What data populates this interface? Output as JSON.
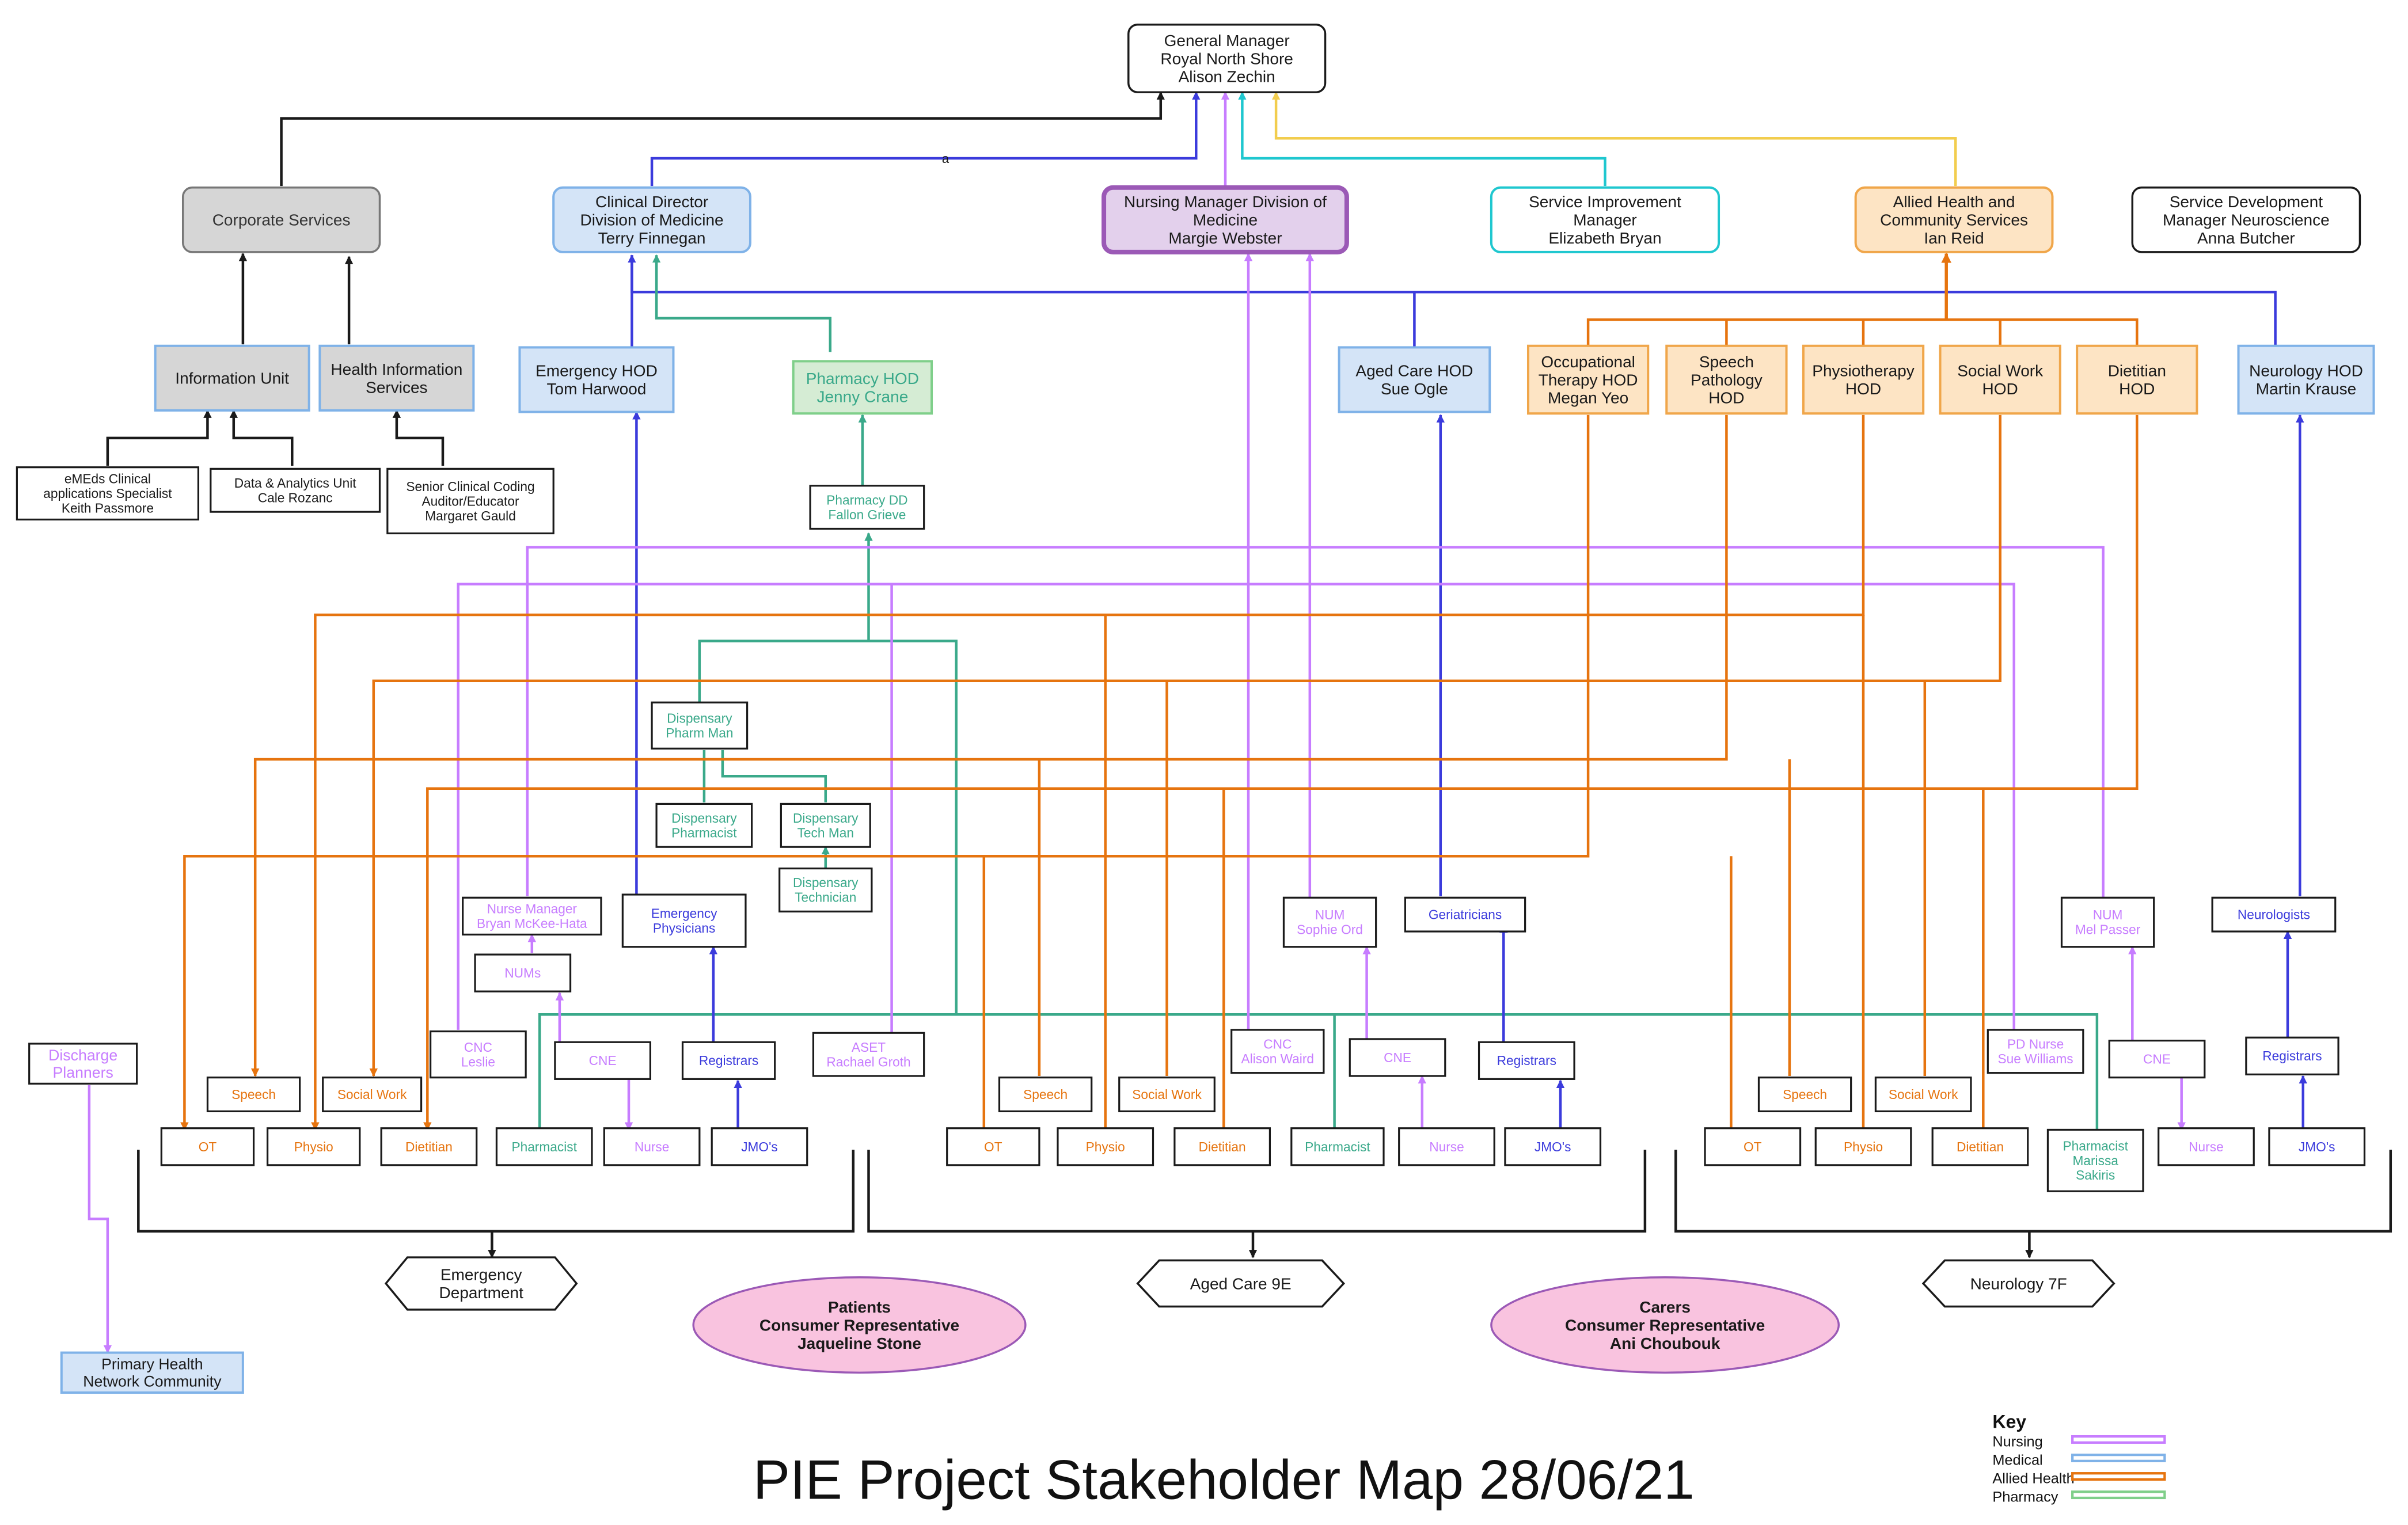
{
  "title": "PIE Project Stakeholder Map 28/06/21",
  "colors": {
    "black": "#1a1a1a",
    "nursing": "#c77dff",
    "medical": "#3b3bdc",
    "allied": "#e6740f",
    "pharmacy": "#3aa98a",
    "nursing_fill": "#e3d0ec",
    "medical_fill": "#d4e4f7",
    "allied_fill": "#fde4c4",
    "pharmacy_fill": "#d5ecd4",
    "grey_fill": "#d6d6d6",
    "pink_fill": "#f9c3df",
    "cyan": "#1fc7cf",
    "yellow": "#f2cd4e"
  },
  "nodes": {
    "gm": {
      "text": [
        "General Manager",
        "Royal North Shore",
        "Alison Zechin"
      ]
    },
    "corp": {
      "text": [
        "Corporate Services"
      ]
    },
    "cd": {
      "text": [
        "Clinical Director",
        "Division of Medicine",
        "Terry Finnegan"
      ]
    },
    "nm": {
      "text": [
        "Nursing Manager Division of",
        "Medicine",
        "Margie Webster"
      ]
    },
    "sim": {
      "text": [
        "Service Improvement",
        "Manager",
        "Elizabeth Bryan"
      ]
    },
    "ahcs": {
      "text": [
        "Allied Health and",
        "Community Services",
        "Ian Reid"
      ]
    },
    "sdm": {
      "text": [
        "Service Development",
        "Manager Neuroscience",
        "Anna Butcher"
      ]
    },
    "iu": {
      "text": [
        "Information Unit"
      ]
    },
    "his": {
      "text": [
        "Health Information",
        "Services"
      ]
    },
    "emeds": {
      "text": [
        "eMEds Clinical",
        "applications Specialist",
        "Keith Passmore"
      ]
    },
    "daunit": {
      "text": [
        "Data & Analytics Unit",
        "Cale Rozanc"
      ]
    },
    "scc": {
      "text": [
        "Senior Clinical Coding",
        "Auditor/Educator",
        "Margaret Gauld"
      ]
    },
    "ehod": {
      "text": [
        "Emergency HOD",
        "Tom Harwood"
      ]
    },
    "phod": {
      "text": [
        "Pharmacy HOD",
        "Jenny Crane"
      ]
    },
    "achod": {
      "text": [
        "Aged Care HOD",
        "Sue Ogle"
      ]
    },
    "othod": {
      "text": [
        "Occupational",
        "Therapy HOD",
        "Megan Yeo"
      ]
    },
    "sphod": {
      "text": [
        "Speech",
        "Pathology",
        "HOD"
      ]
    },
    "phyhod": {
      "text": [
        "Physiotherapy",
        "HOD"
      ]
    },
    "swhod": {
      "text": [
        "Social Work",
        "HOD"
      ]
    },
    "dihod": {
      "text": [
        "Dietitian",
        "HOD"
      ]
    },
    "nhod": {
      "text": [
        "Neurology HOD",
        "Martin Krause"
      ]
    },
    "pdd": {
      "text": [
        "Pharmacy DD",
        "Fallon Grieve"
      ]
    },
    "dpm": {
      "text": [
        "Dispensary",
        "Pharm Man"
      ]
    },
    "dphar": {
      "text": [
        "Dispensary",
        "Pharmacist"
      ]
    },
    "dtm": {
      "text": [
        "Dispensary",
        "Tech Man"
      ]
    },
    "dtech": {
      "text": [
        "Dispensary",
        "Technician"
      ]
    },
    "nmgr": {
      "text": [
        "Nurse Manager",
        "Bryan McKee-Hata"
      ]
    },
    "ephys": {
      "text": [
        "Emergency",
        "Physicians"
      ]
    },
    "nums": {
      "text": [
        "NUMs"
      ]
    },
    "cncl": {
      "text": [
        "CNC",
        "Leslie"
      ]
    },
    "cne1": {
      "text": [
        "CNE"
      ]
    },
    "reg1": {
      "text": [
        "Registrars"
      ]
    },
    "aset": {
      "text": [
        "ASET",
        "Rachael Groth"
      ]
    },
    "sp1": {
      "text": [
        "Speech"
      ]
    },
    "sw1": {
      "text": [
        "Social Work"
      ]
    },
    "ot1": {
      "text": [
        "OT"
      ]
    },
    "phy1": {
      "text": [
        "Physio"
      ]
    },
    "di1": {
      "text": [
        "Dietitian"
      ]
    },
    "ph1": {
      "text": [
        "Pharmacist"
      ]
    },
    "nu1": {
      "text": [
        "Nurse"
      ]
    },
    "jmo1": {
      "text": [
        "JMO's"
      ]
    },
    "numso": {
      "text": [
        "NUM",
        "Sophie Ord"
      ]
    },
    "geri": {
      "text": [
        "Geriatricians"
      ]
    },
    "cncaw": {
      "text": [
        "CNC",
        "Alison Waird"
      ]
    },
    "cne2": {
      "text": [
        "CNE"
      ]
    },
    "reg2": {
      "text": [
        "Registrars"
      ]
    },
    "sp2": {
      "text": [
        "Speech"
      ]
    },
    "sw2": {
      "text": [
        "Social Work"
      ]
    },
    "ot2": {
      "text": [
        "OT"
      ]
    },
    "phy2": {
      "text": [
        "Physio"
      ]
    },
    "di2": {
      "text": [
        "Dietitian"
      ]
    },
    "ph2": {
      "text": [
        "Pharmacist"
      ]
    },
    "nu2": {
      "text": [
        "Nurse"
      ]
    },
    "jmo2": {
      "text": [
        "JMO's"
      ]
    },
    "nummp": {
      "text": [
        "NUM",
        "Mel Passer"
      ]
    },
    "neuros": {
      "text": [
        "Neurologists"
      ]
    },
    "pdn": {
      "text": [
        "PD Nurse",
        "Sue Williams"
      ]
    },
    "cne3": {
      "text": [
        "CNE"
      ]
    },
    "reg3": {
      "text": [
        "Registrars"
      ]
    },
    "sp3": {
      "text": [
        "Speech"
      ]
    },
    "sw3": {
      "text": [
        "Social Work"
      ]
    },
    "ot3": {
      "text": [
        "OT"
      ]
    },
    "phy3": {
      "text": [
        "Physio"
      ]
    },
    "di3": {
      "text": [
        "Dietitian"
      ]
    },
    "ph3": {
      "text": [
        "Pharmacist",
        "Marissa",
        "Sakiris"
      ]
    },
    "nu3": {
      "text": [
        "Nurse"
      ]
    },
    "jmo3": {
      "text": [
        "JMO's"
      ]
    },
    "dp": {
      "text": [
        "Discharge",
        "Planners"
      ]
    },
    "phn": {
      "text": [
        "Primary Health",
        "Network Community"
      ]
    },
    "ed": {
      "text": [
        "Emergency",
        "Department"
      ]
    },
    "ac9e": {
      "text": [
        "Aged Care 9E"
      ]
    },
    "n7f": {
      "text": [
        "Neurology 7F"
      ]
    },
    "patients": {
      "text": [
        "Patients",
        "Consumer Representative",
        "Jaqueline Stone"
      ]
    },
    "carers": {
      "text": [
        "Carers",
        "Consumer Representative",
        "Ani Choubouk"
      ]
    }
  },
  "edge_label_a": "a",
  "key": {
    "title": "Key",
    "items": [
      {
        "label": "Nursing",
        "color": "#c77dff"
      },
      {
        "label": "Medical",
        "color": "#7fb2e8"
      },
      {
        "label": "Allied Health",
        "color": "#e6740f"
      },
      {
        "label": "Pharmacy",
        "color": "#7fcf8a"
      }
    ]
  }
}
